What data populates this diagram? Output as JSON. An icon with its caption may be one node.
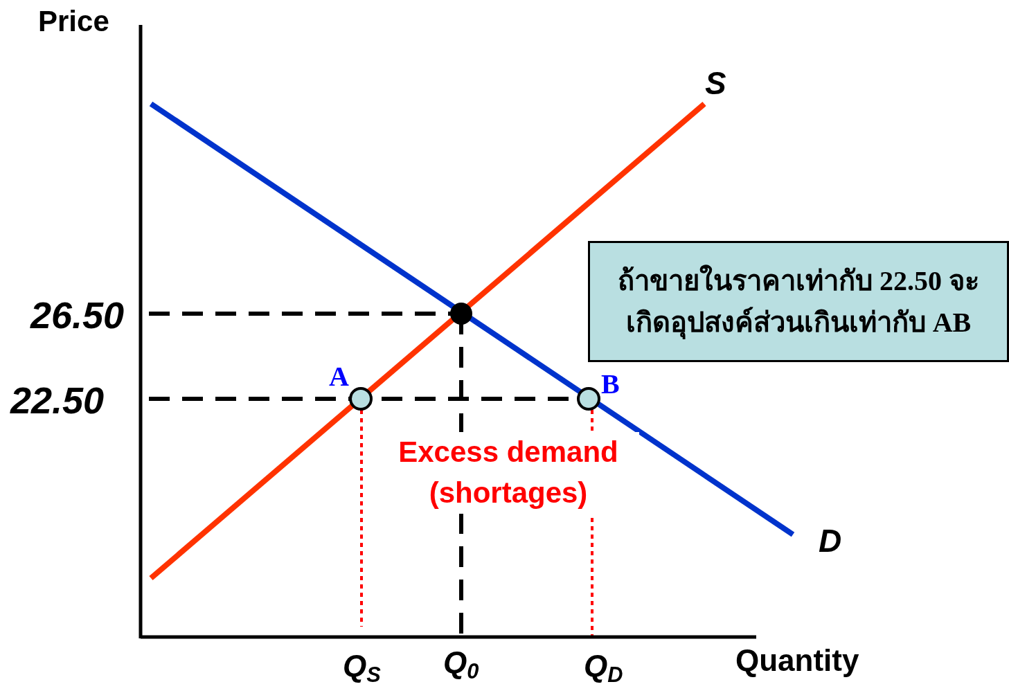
{
  "diagram": {
    "nodes": [
      {
        "text": [
          "ถ้าขายในราคาเท่ากับ  22.50 จะเกิดอุปสงค์ส่วนเกินเท่ากับ AB"
        ]
      }
    ],
    "labels": [
      "Price",
      "S",
      "26.50",
      "A",
      "B",
      "22.50",
      "Excess demand (shortages)",
      "D",
      "Q$_{S}$",
      "Q$_{0}$",
      "Q$_{D}$",
      "Quantity"
    ]
  }
}
